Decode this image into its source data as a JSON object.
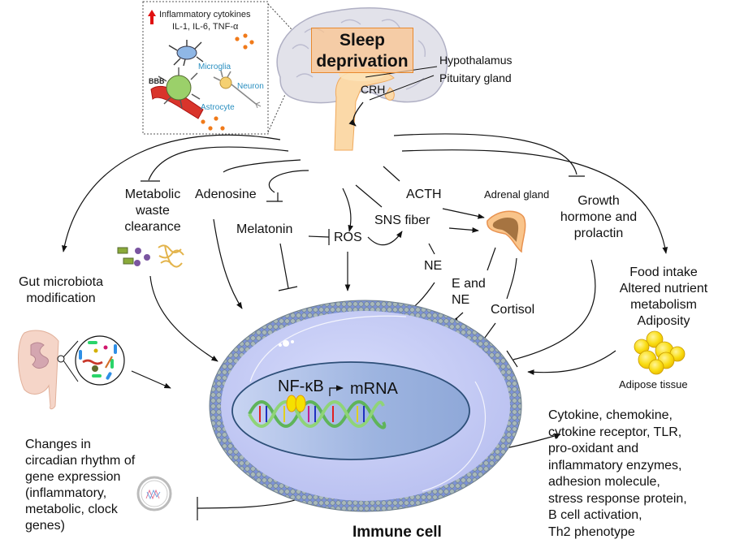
{
  "diagram": {
    "title_box": "Sleep deprivation",
    "brain": {
      "hypothalamus": "Hypothalamus",
      "pituitary": "Pituitary gland",
      "crh": "CRH"
    },
    "inset": {
      "heading": "Inflammatory cytokines",
      "subheading": "IL-1, IL-6, TNF-α",
      "bbb": "BBB",
      "microglia": "Microglia",
      "neuron": "Neuron",
      "astrocyte": "Astrocyte"
    },
    "nodes": {
      "metabolic_waste": [
        "Metabolic",
        "waste",
        "clearance"
      ],
      "adenosine": "Adenosine",
      "melatonin": "Melatonin",
      "ros": "ROS",
      "sns_fiber": "SNS fiber",
      "acth": "ACTH",
      "adrenal_gland": "Adrenal gland",
      "growth_hormone": [
        "Growth",
        "hormone and",
        "prolactin"
      ],
      "ne": "NE",
      "e_and_ne": [
        "E and",
        "NE"
      ],
      "cortisol": "Cortisol",
      "gut": [
        "Gut microbiota",
        "modification"
      ],
      "food": [
        "Food intake",
        "Altered nutrient",
        "metabolism",
        "Adiposity"
      ],
      "adipose": "Adipose tissue",
      "circadian": [
        "Changes in",
        "circadian rhythm of",
        "gene expression",
        "(inflammatory,",
        "metabolic, clock",
        "genes)"
      ],
      "outputs": [
        "Cytokine, chemokine,",
        "cytokine receptor, TLR,",
        "pro-oxidant and",
        "inflammatory enzymes,",
        "adhesion molecule,",
        "stress response protein,",
        "B cell activation,",
        "Th2 phenotype"
      ]
    },
    "cell": {
      "nfkb": "NF-κB",
      "mrna": "mRNA",
      "label": "Immune cell"
    },
    "colors": {
      "membrane_outer": "#8fa6c8",
      "cytoplasm": "#c9cff5",
      "nucleus": "#9cb3e0",
      "nucleus_border": "#2d4f78",
      "sleep_box": "#fcc48c",
      "sleep_box_border": "#e8892e",
      "fat": "#f7d500",
      "arrow": "#111111"
    }
  }
}
